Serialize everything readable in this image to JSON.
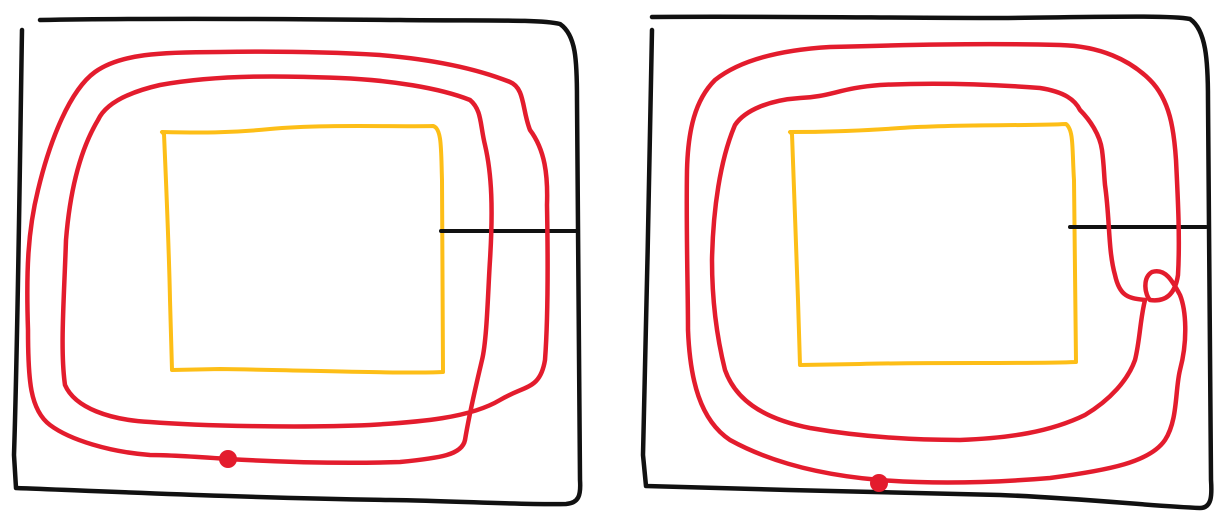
{
  "colors": {
    "frame": "#111111",
    "inner_square": "#FDBE17",
    "red_loop": "#E31C2D",
    "connector": "#111111",
    "marker": "#E31C2D"
  },
  "panels": [
    {
      "name": "left-panel",
      "loop_shape": "spiral-crossing"
    },
    {
      "name": "right-panel",
      "loop_shape": "spiral-with-hook"
    }
  ]
}
